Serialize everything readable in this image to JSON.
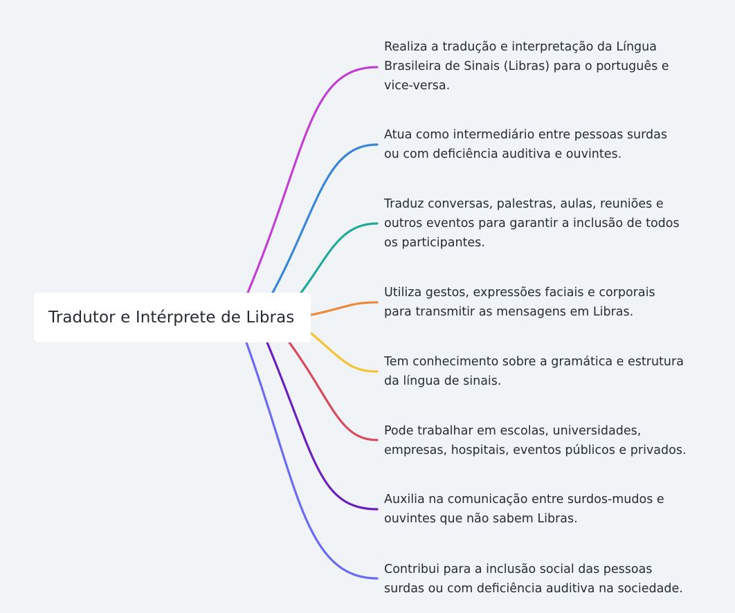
{
  "root": {
    "label": "Tradutor e Intérprete de Libras"
  },
  "branches": [
    {
      "color": "#c23fd4",
      "lines": [
        "Realiza a tradução e interpretação da Língua",
        "Brasileira de Sinais (Libras) para o português e",
        "vice-versa."
      ]
    },
    {
      "color": "#3a86d6",
      "lines": [
        "Atua como intermediário entre pessoas surdas",
        "ou com deficiência auditiva e ouvintes."
      ]
    },
    {
      "color": "#22a99a",
      "lines": [
        "Traduz conversas, palestras, aulas, reuniões e",
        "outros eventos para garantir a inclusão de todos",
        "os participantes."
      ]
    },
    {
      "color": "#ec8a3c",
      "lines": [
        "Utiliza gestos, expressões faciais e corporais",
        "para transmitir as mensagens em Libras."
      ]
    },
    {
      "color": "#f4c233",
      "lines": [
        "Tem conhecimento sobre a gramática e estrutura",
        "da língua de sinais."
      ]
    },
    {
      "color": "#d84a5e",
      "lines": [
        "Pode trabalhar em escolas, universidades,",
        "empresas, hospitais, eventos públicos e privados."
      ]
    },
    {
      "color": "#6a1fbf",
      "lines": [
        "Auxilia na comunicação entre surdos-mudos e",
        "ouvintes que não sabem Libras."
      ]
    },
    {
      "color": "#6a6af2",
      "lines": [
        "Contribui para a inclusão social das pessoas",
        "surdas ou com deficiência auditiva na sociedade."
      ]
    }
  ]
}
